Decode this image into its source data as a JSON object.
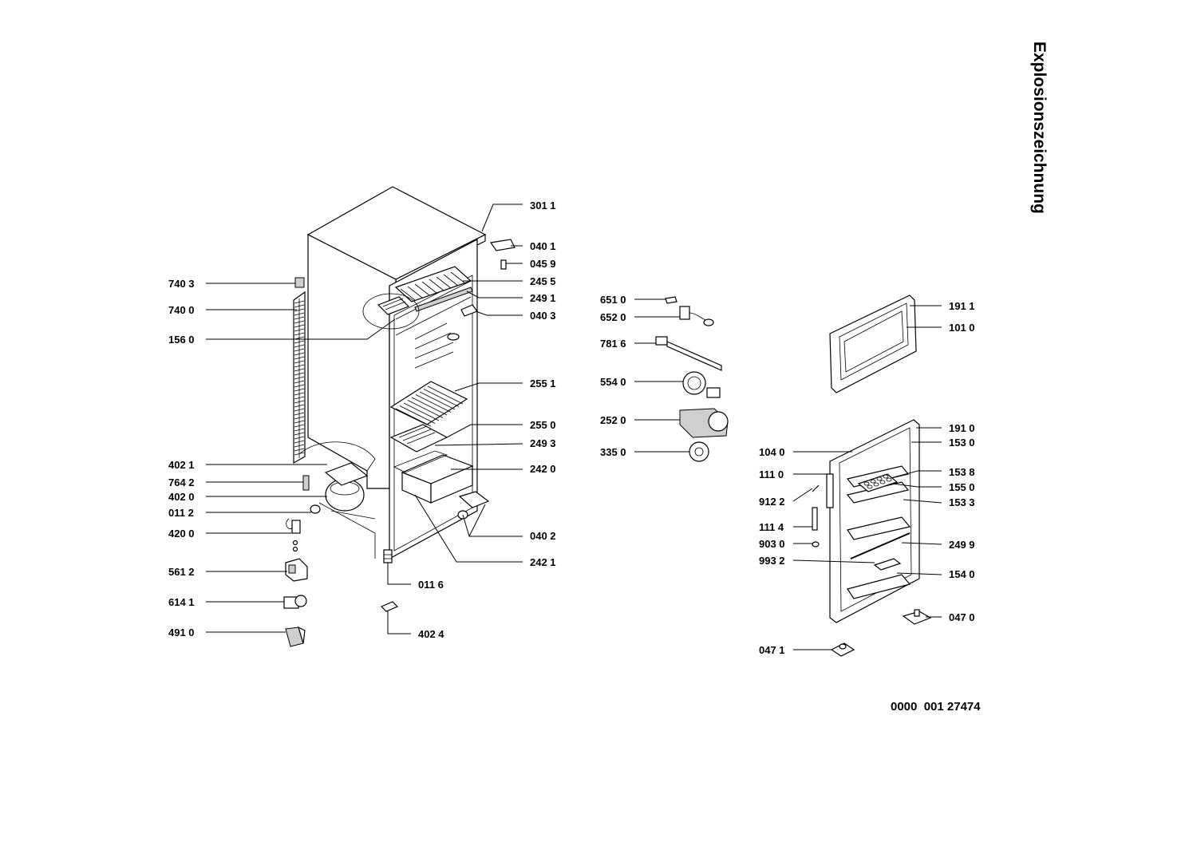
{
  "title": "Explosionszeichnung",
  "document_number": "0000  001 27474",
  "labels": {
    "p3011": "301 1",
    "p0401": "040 1",
    "p0459": "045 9",
    "p2455": "245 5",
    "p2491": "249 1",
    "p0403": "040 3",
    "p7403": "740 3",
    "p7400": "740 0",
    "p1560": "156 0",
    "p2551": "255 1",
    "p2550": "255 0",
    "p2493": "249 3",
    "p2420": "242 0",
    "p4021": "402 1",
    "p7642": "764 2",
    "p4020": "402 0",
    "p0112": "011 2",
    "p4200": "420 0",
    "p5612": "561 2",
    "p6141": "614 1",
    "p4910": "491 0",
    "p0402": "040 2",
    "p2421": "242 1",
    "p0116": "011 6",
    "p4024": "402 4",
    "p6510": "651 0",
    "p6520": "652 0",
    "p7816": "781 6",
    "p5540": "554 0",
    "p2520": "252 0",
    "p3350": "335 0",
    "p1911": "191 1",
    "p1010": "101 0",
    "p1910": "191 0",
    "p1530": "153 0",
    "p1040": "104 0",
    "p1538": "153 8",
    "p1110": "111 0",
    "p1550": "155 0",
    "p9122": "912 2",
    "p1533": "153 3",
    "p1114": "111 4",
    "p9030": "903 0",
    "p2499": "249 9",
    "p9932": "993 2",
    "p1540": "154 0",
    "p0470": "047 0",
    "p0471": "047 1"
  }
}
